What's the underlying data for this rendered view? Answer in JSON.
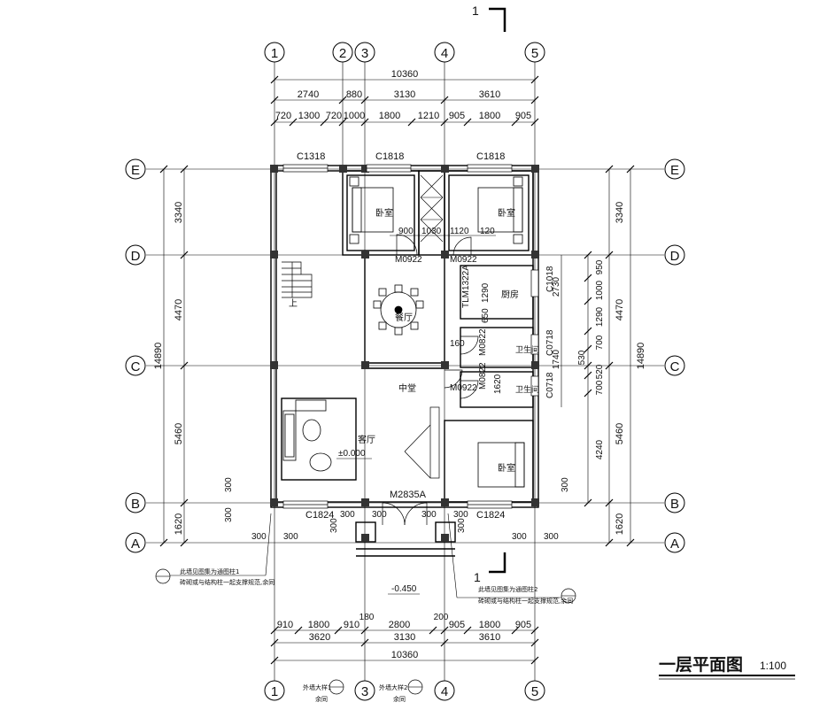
{
  "title": {
    "main": "一层平面图",
    "scale": "1:100"
  },
  "section_mark": "1",
  "axes": {
    "vertical": [
      "1",
      "2",
      "3",
      "4",
      "5"
    ],
    "horizontal": [
      "E",
      "D",
      "C",
      "B",
      "A"
    ]
  },
  "dims_top": {
    "total": "10360",
    "row1": [
      "2740",
      "880",
      "3130",
      "3610"
    ],
    "row2": [
      "720",
      "1300",
      "720",
      "1000",
      "1800",
      "1210",
      "905",
      "1800",
      "905"
    ]
  },
  "dims_bottom": {
    "row1": [
      "910",
      "1800",
      "910",
      "2800",
      "905",
      "1800",
      "905"
    ],
    "mid_small": [
      "180",
      "200"
    ],
    "row2": [
      "3620",
      "3130",
      "3610"
    ],
    "total": "10360"
  },
  "dims_left": {
    "total": "14890",
    "segments": [
      "3340",
      "4470",
      "5460",
      "1620"
    ]
  },
  "dims_right": {
    "total": "14890",
    "segments": [
      "3340",
      "4470",
      "5460",
      "1620"
    ],
    "inner": [
      "950",
      "1000",
      "1290",
      "700",
      "530",
      "520",
      "700",
      "4240"
    ],
    "mid": [
      "2730",
      "1740"
    ]
  },
  "windows": [
    "C1318",
    "C1818",
    "C1818",
    "C1824",
    "C1824",
    "C1018",
    "C0718",
    "C0718"
  ],
  "doors": [
    "M0922",
    "M0922",
    "M0922",
    "M0822",
    "M0822",
    "M2835A",
    "TLM1322A"
  ],
  "rooms": {
    "bedroom": "卧室",
    "dining": "餐厅",
    "kitchen": "厨房",
    "bath": "卫生间",
    "hall": "中堂",
    "living": "客厅",
    "stair_up": "上"
  },
  "levels": {
    "floor": "±0.000",
    "outside": "-0.450"
  },
  "interior_dims": [
    "900",
    "1030",
    "1120",
    "120",
    "1290",
    "650",
    "1620",
    "160"
  ],
  "wall_dims": [
    "300",
    "300",
    "300",
    "300",
    "300",
    "300",
    "300",
    "300",
    "300",
    "300",
    "300",
    "300",
    "300"
  ],
  "notes": {
    "left_1": "此墙见图集为通图柱1",
    "left_2": "砖砌或与结构柱一起支撑规范,余同",
    "right_1": "此墙见图集为通图柱2",
    "right_2": "砖砌或与结构柱一起支撑规范,余同",
    "bottom_1": "外墙大样1",
    "bottom_2": "外墙大样2",
    "same": "余同"
  }
}
